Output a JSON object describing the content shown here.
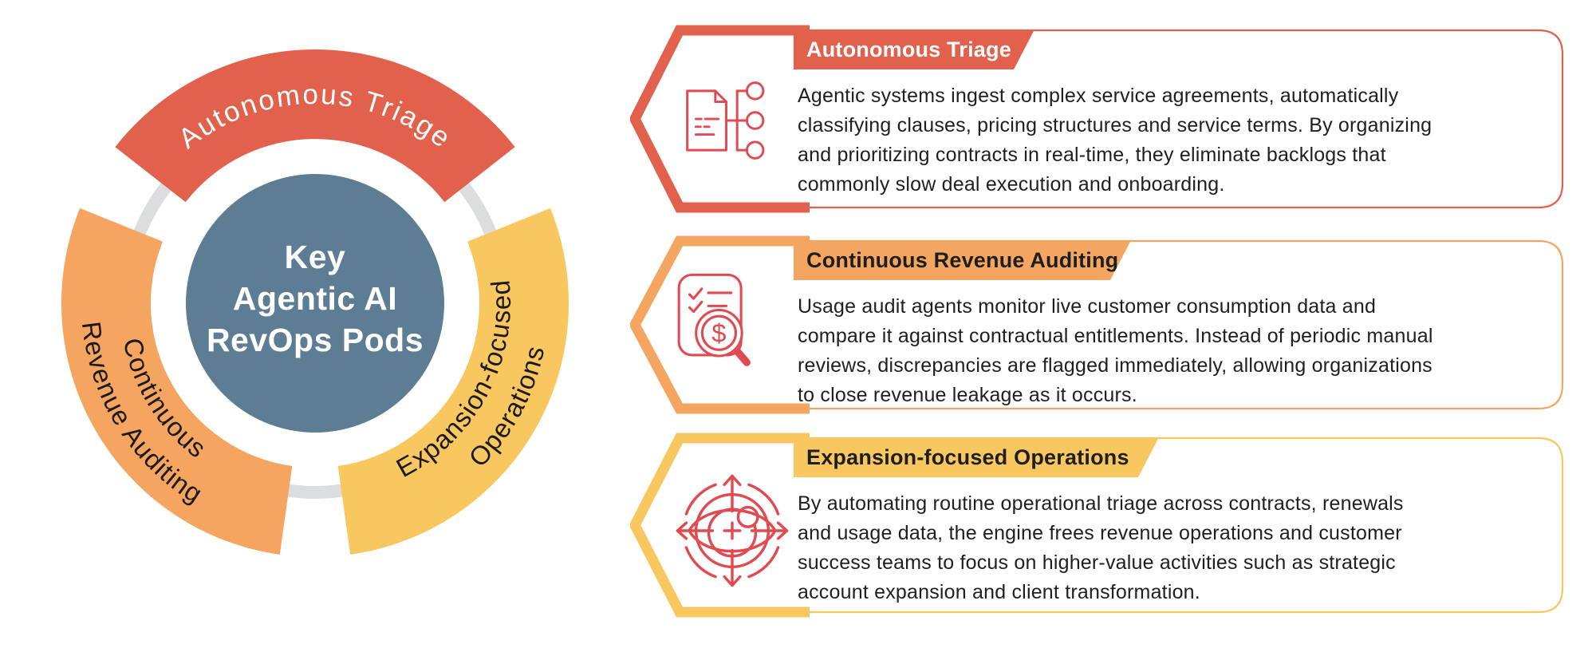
{
  "page": {
    "background": "#FFFFFF"
  },
  "glyphs": {
    "dollar": "$"
  },
  "icon_color": "#E04A50",
  "diagram": {
    "ring_color": "#DCDDDF",
    "center_circle": {
      "color": "#5C7D93",
      "text_color": "#FFFFFF",
      "lines": [
        "Key",
        "Agentic AI",
        "RevOps Pods"
      ]
    },
    "arcs": [
      {
        "id": "autonomous-triage",
        "label": "Autonomous Triage",
        "color": "#E2614C",
        "text_color": "#FFFFFF"
      },
      {
        "id": "continuous-revenue-auditing",
        "label_line1": "Continuous",
        "label_line2": "Revenue Auditing",
        "color": "#F5A55F",
        "text_color": "#1A1A1A"
      },
      {
        "id": "expansion-focused-operations",
        "label_line1": "Expansion-focused",
        "label_line2": "Operations",
        "color": "#F9C75F",
        "text_color": "#1A1A1A"
      }
    ]
  },
  "cards": [
    {
      "title": "Autonomous Triage",
      "accent": "#E2614C",
      "title_color": "#FFFFFF",
      "icon": "document-classification",
      "body": "Agentic systems ingest complex service agreements, automatically\nclassifying clauses, pricing structures and service terms. By organizing\nand prioritizing contracts in real-time, they eliminate backlogs that\ncommonly slow deal execution and onboarding."
    },
    {
      "title": "Continuous Revenue Auditing",
      "accent": "#F4A661",
      "title_color": "#1E1E1E",
      "icon": "revenue-audit-magnifier",
      "body": "Usage audit agents monitor live customer consumption data and\ncompare it against contractual entitlements. Instead of periodic manual\nreviews, discrepancies are flagged immediately, allowing organizations\nto close revenue leakage as it occurs."
    },
    {
      "title": "Expansion-focused Operations",
      "accent": "#F9C75F",
      "title_color": "#1E1E1E",
      "icon": "expansion-vision",
      "body": "By automating routine operational triage across contracts, renewals\nand usage data, the engine frees revenue operations and customer\nsuccess teams to focus on higher-value activities such as strategic\naccount expansion and client transformation."
    }
  ]
}
